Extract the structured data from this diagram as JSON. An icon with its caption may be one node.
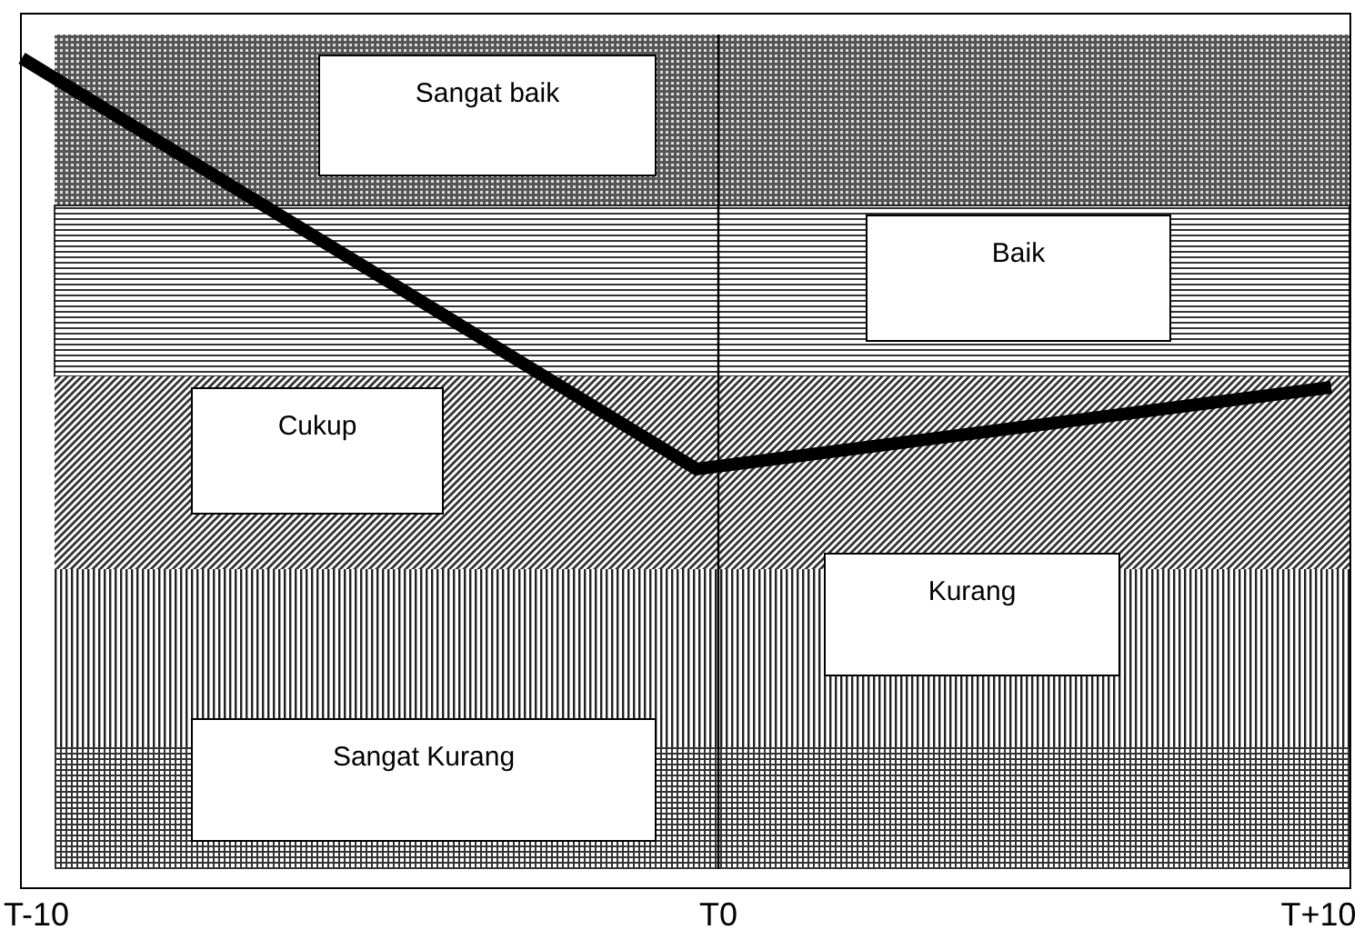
{
  "diagram": {
    "nodes": [
      {
        "text": [
          "Sangat baik"
        ]
      },
      {
        "text": [
          "Baik"
        ]
      },
      {
        "text": [
          "Cukup"
        ]
      },
      {
        "text": [
          "Kurang"
        ]
      },
      {
        "text": [
          "Sangat Kurang"
        ]
      }
    ],
    "labels": [
      "T-10",
      "T0",
      "T+10"
    ]
  }
}
